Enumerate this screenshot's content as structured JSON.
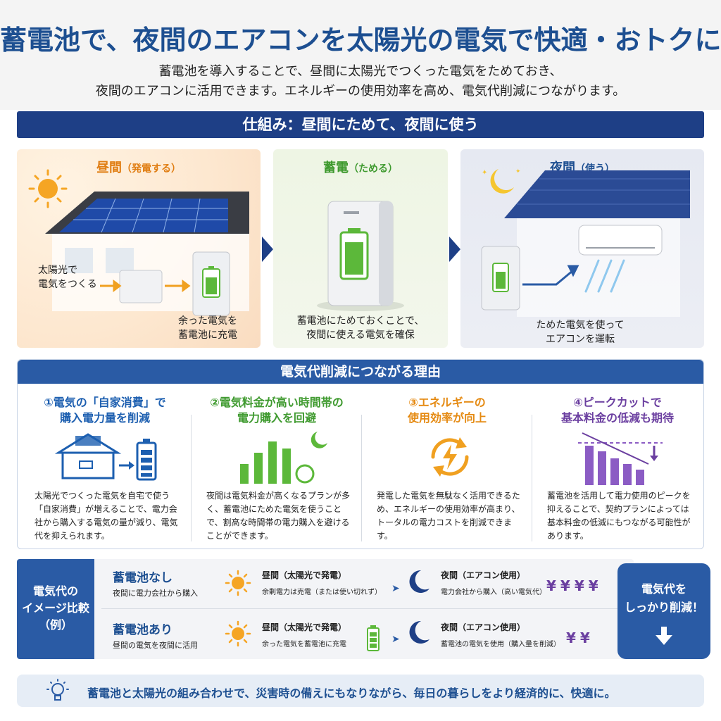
{
  "header": {
    "title": "蓄電池で、夜間のエアコンを太陽光の電気で快適・おトクに",
    "subtitle_line1": "蓄電池を導入することで、昼間に太陽光でつくった電気をためておき、",
    "subtitle_line2": "夜間のエアコンに活用できます。エネルギーの使用効率を高め、電気代削減につながります。"
  },
  "mechanism": {
    "heading": "仕組み：昼間にためて、夜間に使う",
    "panels": [
      {
        "title": "昼間",
        "title_note": "（発電する）",
        "caption_solar_1": "太陽光で",
        "caption_solar_2": "電気をつくる",
        "caption_1": "余った電気を",
        "caption_2": "蓄電池に充電"
      },
      {
        "title": "蓄電",
        "title_note": "（ためる）",
        "caption_1": "蓄電池にためておくことで、",
        "caption_2": "夜間に使える電気を確保"
      },
      {
        "title": "夜間",
        "title_note": "（使う）",
        "caption_1": "ためた電気を使って",
        "caption_2": "エアコンを運転"
      }
    ]
  },
  "reasons": {
    "heading": "電気代削減につながる理由",
    "items": [
      {
        "title_1": "①電気の「自家消費」で",
        "title_2": "購入電力量を削減",
        "text": "太陽光でつくった電気を自宅で使う「自家消費」が増えることで、電力会社から購入する電気の量が減り、電気代を抑えられます。",
        "color": "#1d5fb0",
        "icon": "house-battery-icon"
      },
      {
        "title_1": "②電気料金が高い時間帯の",
        "title_2": "電力購入を回避",
        "text": "夜間は電気料金が高くなるプランが多く、蓄電池にためた電気を使うことで、割高な時間帯の電力購入を避けることができます。",
        "color": "#3f9a2f",
        "icon": "bar-chart-moon-icon"
      },
      {
        "title_1": "③エネルギーの",
        "title_2": "使用効率が向上",
        "text": "発電した電気を無駄なく活用できるため、エネルギーの使用効率が高まり、トータルの電力コストを削減できます。",
        "color": "#e58a12",
        "icon": "energy-cycle-icon"
      },
      {
        "title_1": "④ピークカットで",
        "title_2": "基本料金の低減も期待",
        "text": "蓄電池を活用して電力使用のピークを抑えることで、契約プランによっては基本料金の低減にもつながる可能性があります。",
        "color": "#6b3fa0",
        "icon": "peak-cut-chart-icon"
      }
    ]
  },
  "comparison": {
    "label_1": "電気代の",
    "label_2": "イメージ比較",
    "label_3": "（例）",
    "rows": [
      {
        "title": "蓄電池なし",
        "sub": "夜間に電力会社から購入",
        "day_title": "昼間（太陽光で発電）",
        "day_text": "余剰電力は売電（または使い切れず）",
        "night_title": "夜間（エアコン使用）",
        "night_text": "電力会社から購入（高い電気代）",
        "yen": "¥¥¥¥"
      },
      {
        "title": "蓄電池あり",
        "sub": "昼間の電気を夜間に活用",
        "day_title": "昼間（太陽光で発電）",
        "day_text": "余った電気を蓄電池に充電",
        "night_title": "夜間（エアコン使用）",
        "night_text": "蓄電池の電気を使用（購入量を削減）",
        "yen": "¥¥"
      }
    ],
    "callout_1": "電気代を",
    "callout_2": "しっかり削減！"
  },
  "footer": {
    "text": "蓄電池と太陽光の組み合わせで、災害時の備えにもなりながら、毎日の暮らしをより経済的に、快適に。"
  },
  "colors": {
    "navy": "#1e3f86",
    "blue": "#2a5ba5",
    "green": "#5cb83a",
    "orange": "#f0a020",
    "purple": "#6b3fa0"
  }
}
